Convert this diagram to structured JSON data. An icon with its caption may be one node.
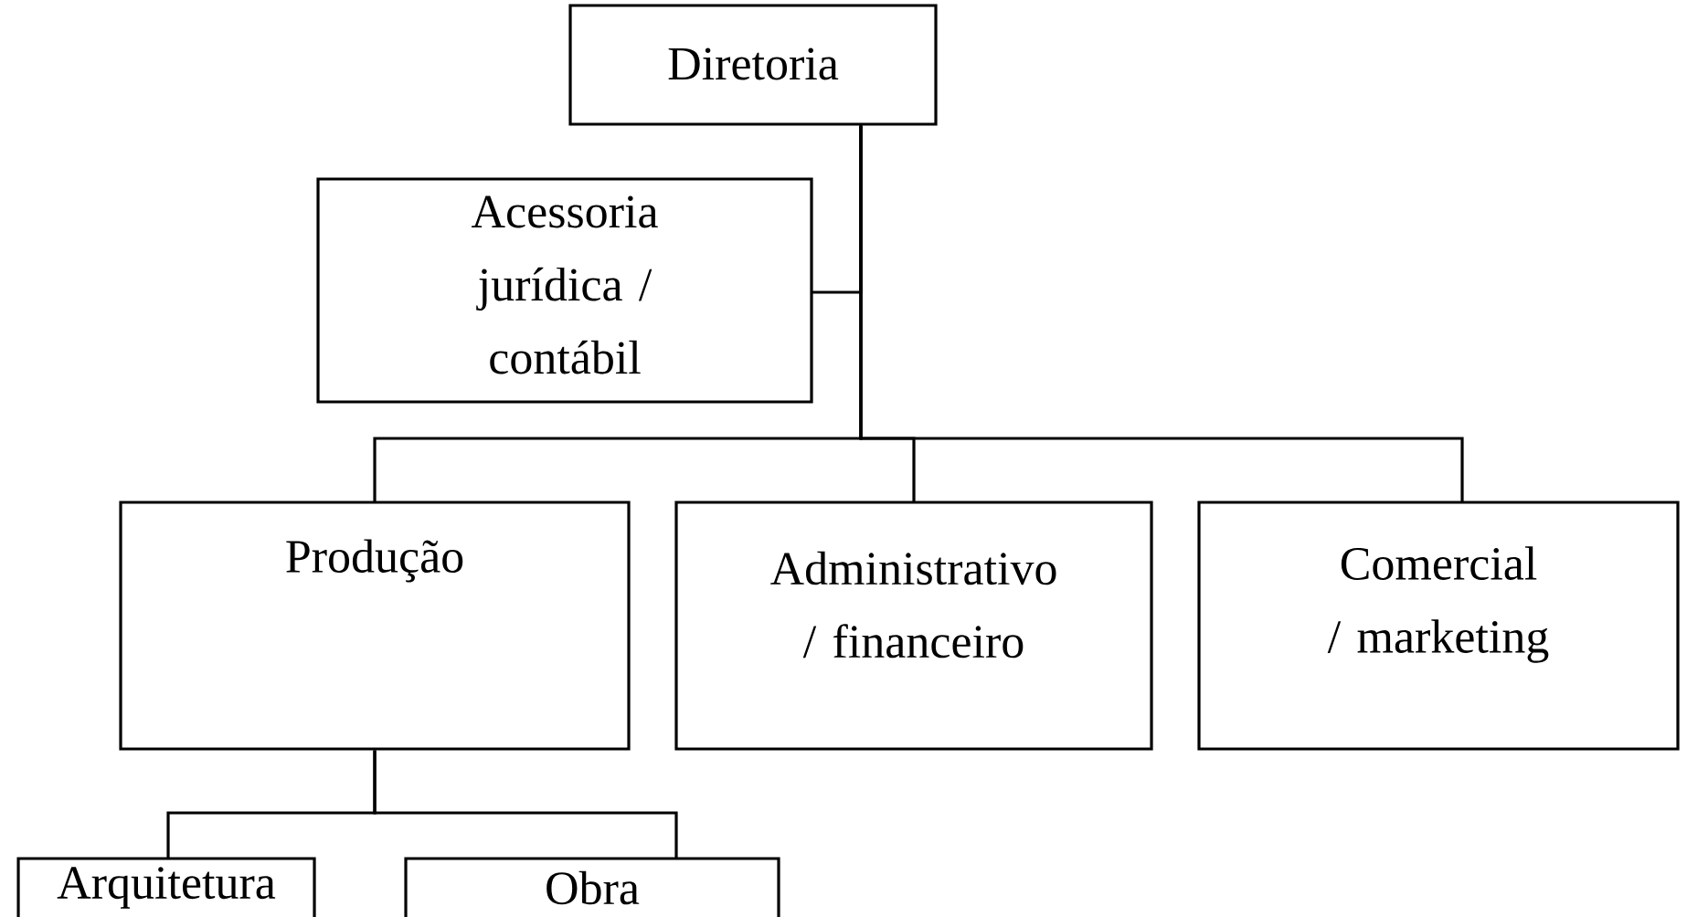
{
  "diagram": {
    "nodes": [
      {
        "text": [
          "Diretoria"
        ]
      },
      {
        "text": [
          "Acessoria jurídica / contábil"
        ]
      },
      {
        "text": [
          "Produção"
        ]
      },
      {
        "text": [
          "Administrativo / financeiro"
        ]
      },
      {
        "text": [
          "Comercial / marketing"
        ]
      },
      {
        "text": [
          "Arquitetura"
        ]
      },
      {
        "text": [
          "Obra"
        ]
      }
    ],
    "edges": [
      {
        "from": 0,
        "to": 1,
        "arrow": "none"
      },
      {
        "from": 0,
        "to": 2,
        "arrow": "none"
      },
      {
        "from": 0,
        "to": 3,
        "arrow": "none"
      },
      {
        "from": 0,
        "to": 4,
        "arrow": "none"
      },
      {
        "from": 2,
        "to": 5,
        "arrow": "none"
      },
      {
        "from": 2,
        "to": 6,
        "arrow": "none"
      }
    ]
  }
}
